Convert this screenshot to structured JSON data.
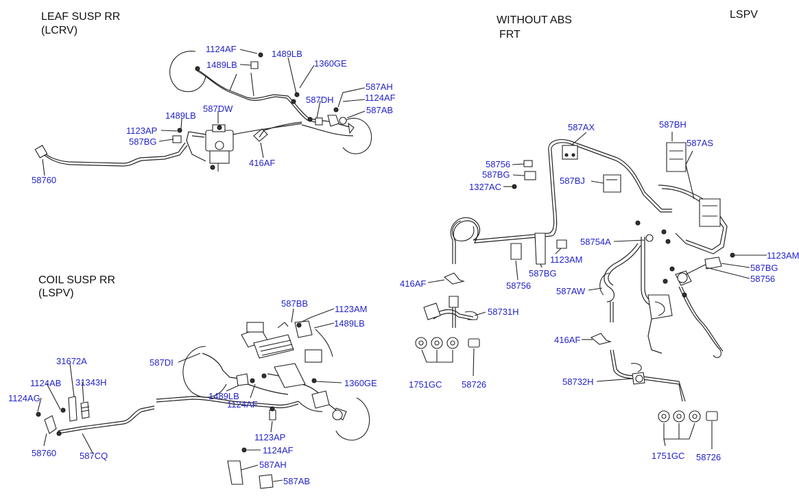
{
  "headers": {
    "leaf": [
      "LEAF SUSP    RR",
      "(LCRV)"
    ],
    "coil": [
      "COIL  SUSP   RR",
      "(LSPV)"
    ],
    "without_abs": [
      "WITHOUT    ABS",
      "FRT"
    ],
    "lspv": "LSPV"
  },
  "labels": [
    {
      "id": "leaf-1124af",
      "text": "1124AF"
    },
    {
      "id": "leaf-1489lb-a",
      "text": "1489LB"
    },
    {
      "id": "leaf-1489lb-b",
      "text": "1489LB"
    },
    {
      "id": "leaf-1360ge",
      "text": "1360GE"
    },
    {
      "id": "leaf-587ah",
      "text": "587AH"
    },
    {
      "id": "leaf-587dh",
      "text": "587DH"
    },
    {
      "id": "leaf-1124af-b",
      "text": "1124AF"
    },
    {
      "id": "leaf-587ab",
      "text": "587AB"
    },
    {
      "id": "leaf-587dw",
      "text": "587DW"
    },
    {
      "id": "leaf-1489lb-c",
      "text": "1489LB"
    },
    {
      "id": "leaf-1123ap",
      "text": "1123AP"
    },
    {
      "id": "leaf-587bg",
      "text": "587BG"
    },
    {
      "id": "leaf-416af",
      "text": "416AF"
    },
    {
      "id": "leaf-58760",
      "text": "58760"
    },
    {
      "id": "coil-587bb",
      "text": "587BB"
    },
    {
      "id": "coil-1123am",
      "text": "1123AM"
    },
    {
      "id": "coil-1489lb",
      "text": "1489LB"
    },
    {
      "id": "coil-587di",
      "text": "587DI"
    },
    {
      "id": "coil-31672a",
      "text": "31672A"
    },
    {
      "id": "coil-1124ab",
      "text": "1124AB"
    },
    {
      "id": "coil-31343h",
      "text": "31343H"
    },
    {
      "id": "coil-1124ag",
      "text": "1124AG"
    },
    {
      "id": "coil-1360ge",
      "text": "1360GE"
    },
    {
      "id": "coil-1489lb-b",
      "text": "1489LB"
    },
    {
      "id": "coil-1124af",
      "text": "1124AF"
    },
    {
      "id": "coil-58760",
      "text": "58760"
    },
    {
      "id": "coil-587cq",
      "text": "587CQ"
    },
    {
      "id": "coil-1123ap",
      "text": "1123AP"
    },
    {
      "id": "coil-1124af-b",
      "text": "1124AF"
    },
    {
      "id": "coil-587ah",
      "text": "587AH"
    },
    {
      "id": "coil-587ab",
      "text": "587AB"
    },
    {
      "id": "frt-587ax",
      "text": "587AX"
    },
    {
      "id": "frt-587bh",
      "text": "587BH"
    },
    {
      "id": "frt-587as",
      "text": "587AS"
    },
    {
      "id": "frt-58756-a",
      "text": "58756"
    },
    {
      "id": "frt-587bg-a",
      "text": "587BG"
    },
    {
      "id": "frt-587bj",
      "text": "587BJ"
    },
    {
      "id": "frt-1327ac",
      "text": "1327AC"
    },
    {
      "id": "frt-58754a",
      "text": "58754A"
    },
    {
      "id": "frt-1123am-a",
      "text": "1123AM"
    },
    {
      "id": "frt-1123am-b",
      "text": "1123AM"
    },
    {
      "id": "frt-587bg-b",
      "text": "587BG"
    },
    {
      "id": "frt-587bg-c",
      "text": "587BG"
    },
    {
      "id": "frt-58756-b",
      "text": "58756"
    },
    {
      "id": "frt-58756-c",
      "text": "58756"
    },
    {
      "id": "frt-416af-a",
      "text": "416AF"
    },
    {
      "id": "frt-587aw",
      "text": "587AW"
    },
    {
      "id": "frt-58731h",
      "text": "58731H"
    },
    {
      "id": "frt-416af-b",
      "text": "416AF"
    },
    {
      "id": "frt-1751gc-a",
      "text": "1751GC"
    },
    {
      "id": "frt-58726-a",
      "text": "58726"
    },
    {
      "id": "frt-58732h",
      "text": "58732H"
    },
    {
      "id": "frt-1751gc-b",
      "text": "1751GC"
    },
    {
      "id": "frt-58726-b",
      "text": "58726"
    }
  ]
}
